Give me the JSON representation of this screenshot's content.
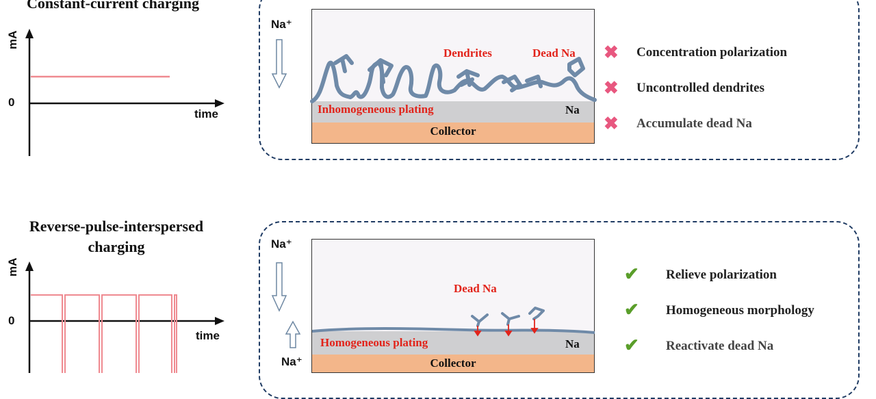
{
  "top": {
    "title": "Constant-current charging",
    "axis_y": "mA",
    "axis_zero": "0",
    "axis_x": "time",
    "ion_label": "Na⁺",
    "labels": {
      "dendrites": "Dendrites",
      "dead_na": "Dead Na",
      "plating": "Inhomogeneous plating",
      "metal": "Na",
      "collector": "Collector"
    },
    "features": [
      {
        "mark": "✖",
        "text": "Concentration polarization"
      },
      {
        "mark": "✖",
        "text": "Uncontrolled dendrites"
      },
      {
        "mark": "✖",
        "text": "Accumulate dead Na"
      }
    ]
  },
  "bottom": {
    "title_line1": "Reverse-pulse-interspersed",
    "title_line2": "charging",
    "axis_y": "mA",
    "axis_zero": "0",
    "axis_x": "time",
    "ion_label_top": "Na⁺",
    "ion_label_bottom": "Na⁺",
    "labels": {
      "dead_na": "Dead Na",
      "plating": "Homogeneous plating",
      "metal": "Na",
      "collector": "Collector"
    },
    "features": [
      {
        "mark": "✔",
        "text": "Relieve polarization"
      },
      {
        "mark": "✔",
        "text": "Homogeneous morphology"
      },
      {
        "mark": "✔",
        "text": "Reactivate dead Na"
      }
    ]
  },
  "colors": {
    "signal": "#ef8a90",
    "cross": "#e8577f",
    "check": "#5a9e2a",
    "collector": "#f3b68a",
    "metal": "#cfcfd1",
    "dendrite": "#6f8aa8",
    "dashed_border": "#1f3b63"
  }
}
